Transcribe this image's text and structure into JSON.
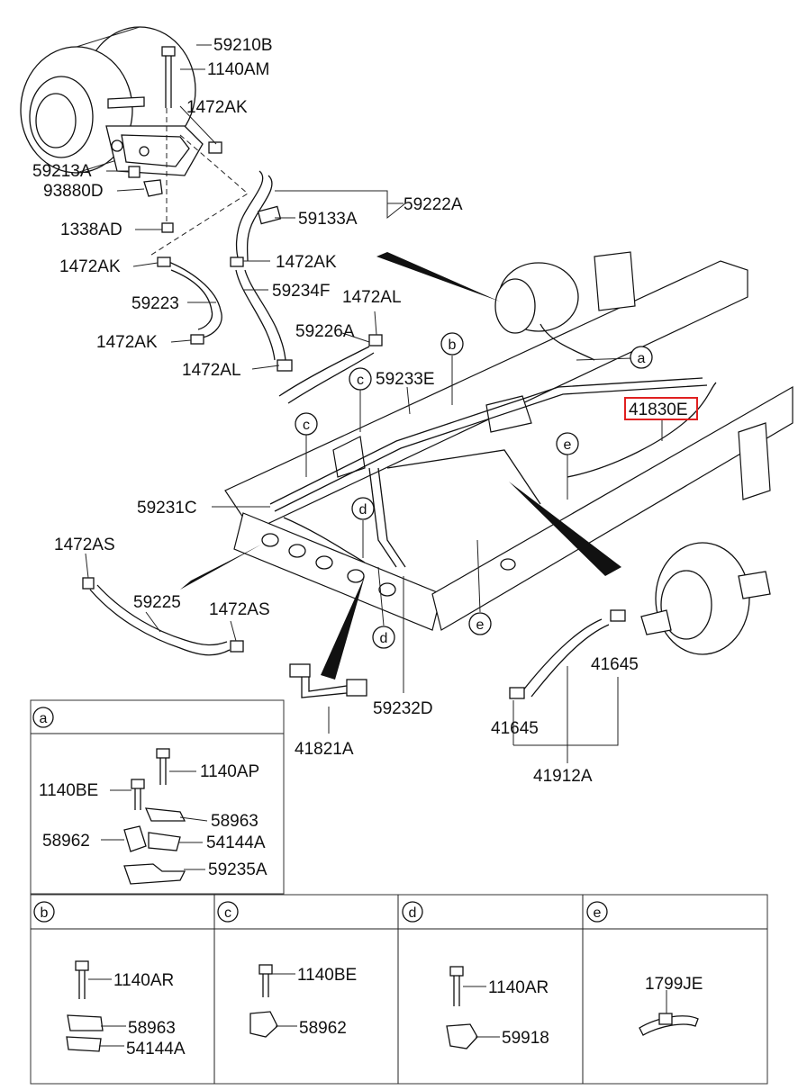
{
  "highlight_color": "#e02020",
  "labels": {
    "p59210B": "59210B",
    "p1140AM": "1140AM",
    "p1472AK_1": "1472AK",
    "p59213A": "59213A",
    "p93880D": "93880D",
    "p59222A": "59222A",
    "p59133A": "59133A",
    "p1338AD": "1338AD",
    "p1472AK_2": "1472AK",
    "p1472AK_3": "1472AK",
    "p59234F": "59234F",
    "p1472AL_1": "1472AL",
    "p59223": "59223",
    "p59226A": "59226A",
    "p1472AK_4": "1472AK",
    "p1472AL_2": "1472AL",
    "p59233E": "59233E",
    "p41830E": "41830E",
    "p59231C": "59231C",
    "p1472AS_1": "1472AS",
    "p59225": "59225",
    "p1472AS_2": "1472AS",
    "p41645_1": "41645",
    "p59232D": "59232D",
    "p41821A": "41821A",
    "p41645_2": "41645",
    "p41912A": "41912A"
  },
  "callouts": {
    "a": "a",
    "b": "b",
    "c1": "c",
    "c2": "c",
    "d1": "d",
    "d2": "d",
    "e1": "e",
    "e2": "e"
  },
  "legend": {
    "a": {
      "letter": "a",
      "parts": [
        "1140AP",
        "1140BE",
        "58963",
        "58962",
        "54144A",
        "59235A"
      ]
    },
    "b": {
      "letter": "b",
      "parts": [
        "1140AR",
        "58963",
        "54144A"
      ]
    },
    "c": {
      "letter": "c",
      "parts": [
        "1140BE",
        "58962"
      ]
    },
    "d": {
      "letter": "d",
      "parts": [
        "1140AR",
        "59918"
      ]
    },
    "e": {
      "letter": "e",
      "parts": [
        "1799JE"
      ]
    }
  }
}
